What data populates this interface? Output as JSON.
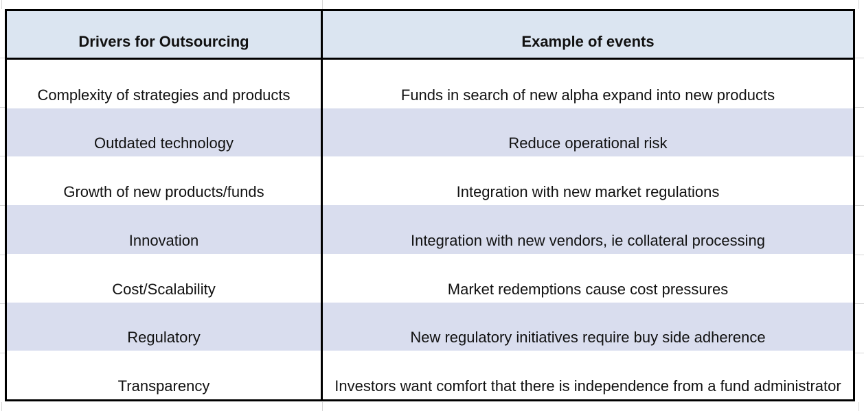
{
  "table": {
    "columns": [
      {
        "header": "Drivers for Outsourcing"
      },
      {
        "header": "Example of events"
      }
    ],
    "rows": [
      {
        "driver": "Complexity of strategies and products",
        "example": "Funds in search of new alpha expand into new products"
      },
      {
        "driver": "Outdated technology",
        "example": "Reduce operational risk"
      },
      {
        "driver": "Growth of new products/funds",
        "example": "Integration with new market regulations"
      },
      {
        "driver": "Innovation",
        "example": "Integration with new vendors, ie collateral processing"
      },
      {
        "driver": "Cost/Scalability",
        "example": "Market redemptions cause cost pressures"
      },
      {
        "driver": "Regulatory",
        "example": "New regulatory initiatives require buy side adherence"
      },
      {
        "driver": "Transparency",
        "example": "Investors want comfort that there is independence from a fund administrator"
      }
    ],
    "colors": {
      "header_bg": "#dbe5f1",
      "band_bg": "#d9ddee",
      "plain_bg": "#ffffff",
      "border": "#000000",
      "gridline": "#d6d6d6",
      "text": "#111111"
    }
  }
}
